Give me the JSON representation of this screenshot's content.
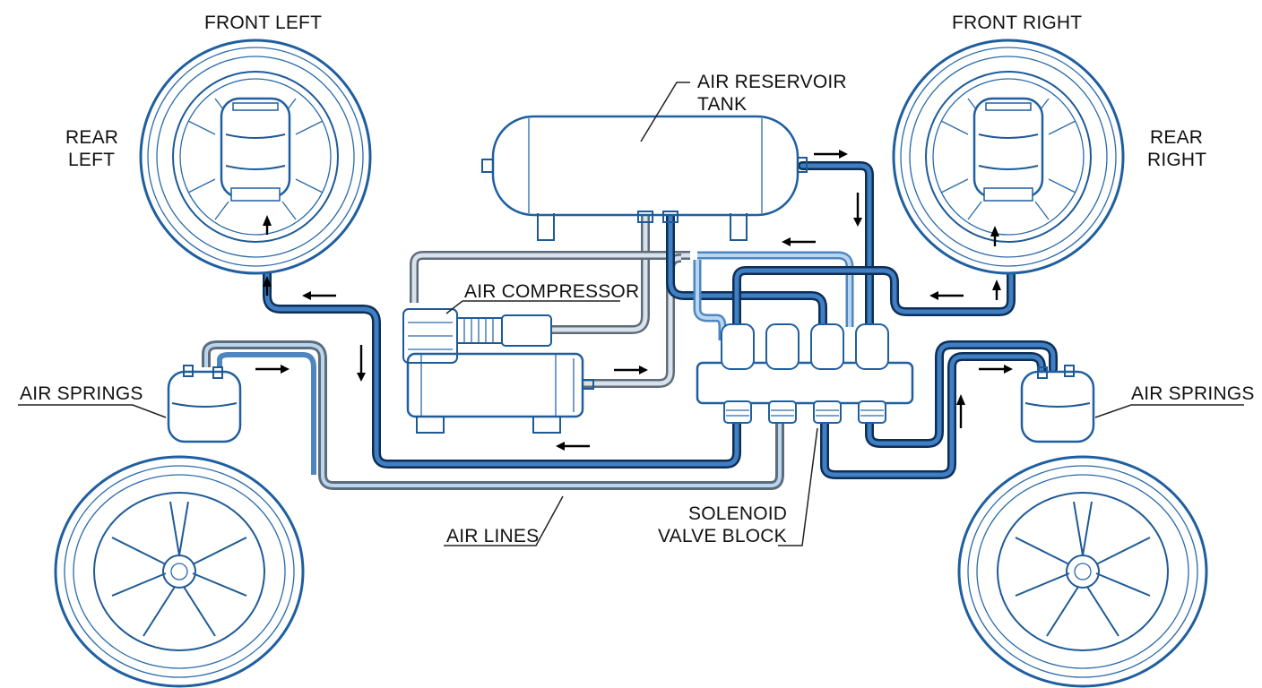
{
  "labels": {
    "front_left": "FRONT LEFT",
    "front_right": "FRONT RIGHT",
    "rear_left_line1": "REAR",
    "rear_left_line2": "LEFT",
    "rear_right_line1": "REAR",
    "rear_right_line2": "RIGHT",
    "tank_line1": "AIR RESERVOIR",
    "tank_line2": "TANK",
    "compressor": "AIR COMPRESSOR",
    "air_springs_left": "AIR SPRINGS",
    "air_springs_right": "AIR SPRINGS",
    "air_lines": "AIR LINES",
    "valve_line1": "SOLENOID",
    "valve_line2": "VALVE BLOCK"
  },
  "colors": {
    "line_art": "#1f5fa0",
    "dark_pipe": "#0f2e55",
    "light_pipe": "#b9d6f0",
    "gray_pipe": "#5f6b78"
  }
}
